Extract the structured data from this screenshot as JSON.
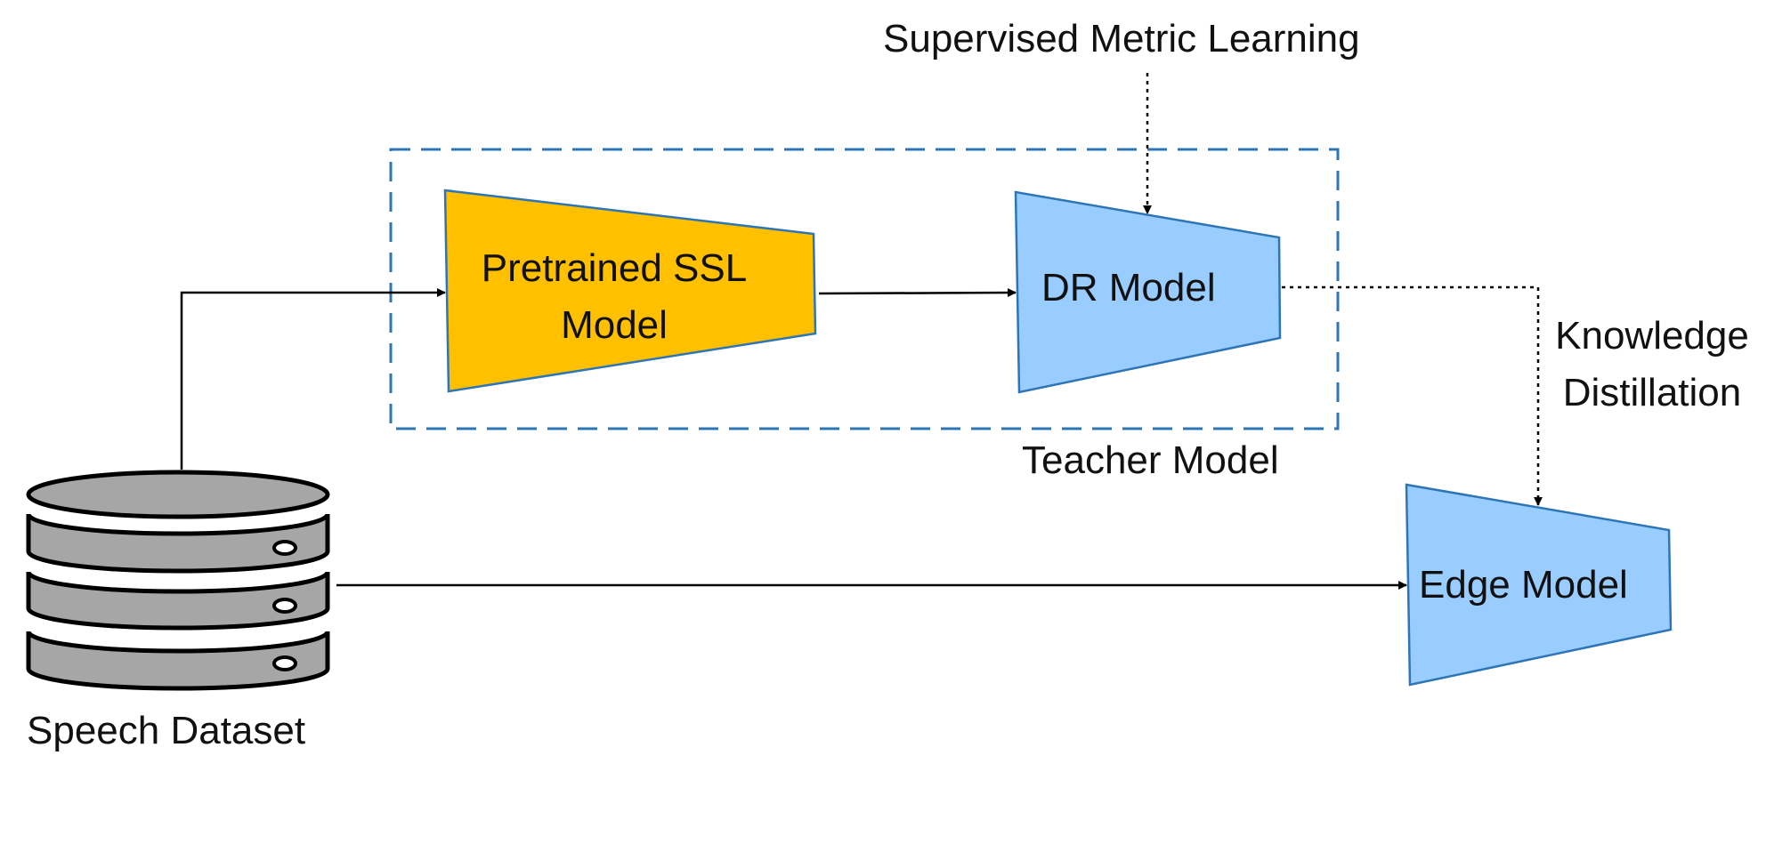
{
  "diagram": {
    "supervised_label": "Supervised Metric Learning",
    "teacher_label": "Teacher Model",
    "knowledge_line1": "Knowledge",
    "knowledge_line2": "Distillation",
    "dataset_label": "Speech Dataset",
    "ssl_line1": "Pretrained SSL",
    "ssl_line2": "Model",
    "dr_label": "DR Model",
    "edge_label": "Edge Model"
  },
  "colors": {
    "ssl_fill": "#FFC000",
    "model_fill": "#99CCFF",
    "model_stroke": "#2E75B6",
    "teacher_border": "#2E75B6",
    "database_fill": "#A6A6A6",
    "line": "#000000"
  },
  "icons": {
    "dataset": "database-icon"
  }
}
